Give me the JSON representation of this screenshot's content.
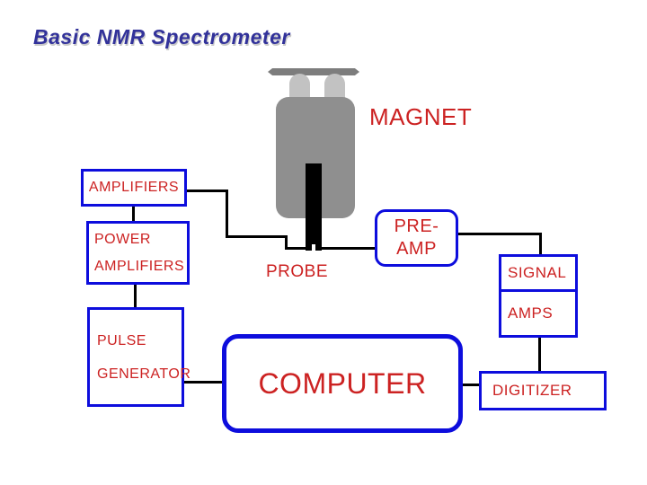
{
  "slide": {
    "title": "Basic NMR Spectrometer"
  },
  "colors": {
    "title_text": "#32329a",
    "box_border": "#0d0ddd",
    "box_text": "#cc2222",
    "connector": "#000000",
    "magnet_body": "#8f8f8f",
    "magnet_legs": "#c2c2c2",
    "magnet_topbar": "#7d7d7d",
    "probe_rod": "#000000",
    "background": "#ffffff"
  },
  "diagram": {
    "labels": {
      "magnet": "MAGNET",
      "probe": "PROBE"
    },
    "boxes": {
      "amplifiers": {
        "label": "AMPLIFIERS"
      },
      "power_amplifiers": {
        "line1": "POWER",
        "line2": "AMPLIFIERS"
      },
      "pulse_generator": {
        "line1": "PULSE",
        "line2": "GENERATOR"
      },
      "preamp": {
        "line1": "PRE-",
        "line2": "AMP"
      },
      "signal": {
        "label": "SIGNAL"
      },
      "amps": {
        "label": "AMPS"
      },
      "computer": {
        "label": "COMPUTER"
      },
      "digitizer": {
        "label": "DIGITIZER"
      }
    }
  }
}
